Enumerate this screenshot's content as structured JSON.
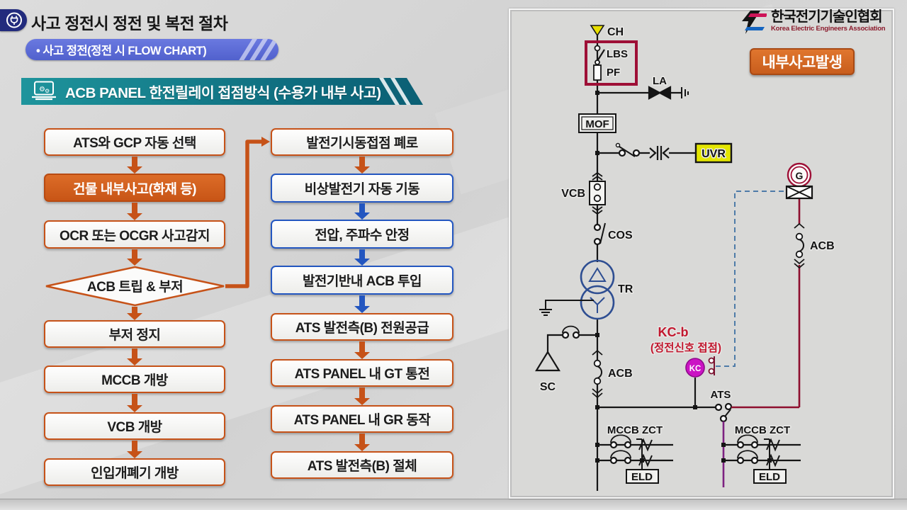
{
  "slide": {
    "title": "사고 정전시 정전 및 복전 절차",
    "subtitle": "• 사고 정전(정전 시 FLOW CHART)",
    "section_header": "ACB PANEL 한전릴레이 접점방식 (수용가 내부 사고)",
    "logo": {
      "kr": "한국전기기술인협회",
      "en": "Korea Electric Engineers Association"
    }
  },
  "flowchart": {
    "left": [
      "ATS와 GCP 자동 선택",
      "건물 내부사고(화재 등)",
      "OCR 또는 OCGR 사고감지",
      "부저 정지",
      "MCCB 개방",
      "VCB 개방",
      "인입개폐기 개방"
    ],
    "diamond": "ACB 트립 & 부저",
    "right": [
      "발전기시동접점 폐로",
      "비상발전기 자동 기동",
      "전압, 주파수 안정",
      "발전기반내 ACB 투입",
      "ATS 발전측(B) 전원공급",
      "ATS PANEL 내 GT 통전",
      "ATS PANEL 내 GR 동작",
      "ATS 발전측(B) 절체"
    ]
  },
  "diagram": {
    "alert": "내부사고발생",
    "labels": {
      "ch": "CH",
      "lbs": "LBS",
      "pf": "PF",
      "la": "LA",
      "mof": "MOF",
      "uvr": "UVR",
      "vcb": "VCB",
      "cos": "COS",
      "tr": "TR",
      "sc": "SC",
      "acb_main": "ACB",
      "acb_gen": "ACB",
      "gen": "G",
      "kc": "KC",
      "kcb_title": "KC-b",
      "kcb_desc": "(정전신호 접점)",
      "ats": "ATS",
      "mccb_zct_left": "MCCB ZCT",
      "mccb_zct_right": "MCCB ZCT",
      "eld_left": "ELD",
      "eld_right": "ELD"
    }
  },
  "colors": {
    "flow_orange": "#C65218",
    "flow_blue": "#2356C0",
    "box_fill_orange": "#CE5B20",
    "diagram_dark_red": "#9E0F36",
    "kc_magenta": "#CB13C4",
    "load_purple": "#7D2181",
    "uvr_yellow": "#E4E600",
    "section_teal": "#0E6C7E",
    "subtitle_blue": "#5A6AD6",
    "logo_en_red": "#8B1A2B",
    "alert_orange": "#D4692A"
  }
}
